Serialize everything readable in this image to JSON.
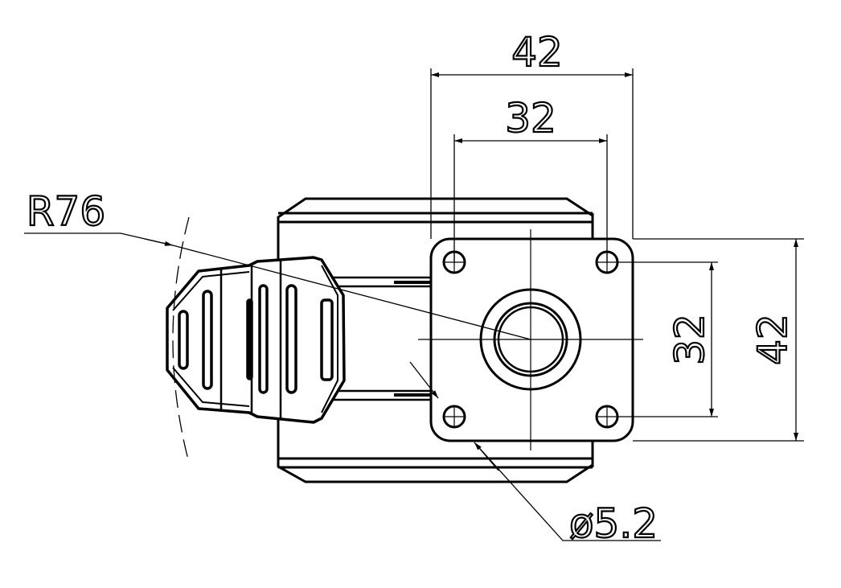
{
  "drawing": {
    "dimensions": {
      "top_outer": "42",
      "top_inner": "32",
      "right_inner": "32",
      "right_outer": "42",
      "radius": "R76",
      "hole_diameter": "ø5.2"
    }
  },
  "colors": {
    "line": "#000000",
    "background": "#ffffff"
  }
}
